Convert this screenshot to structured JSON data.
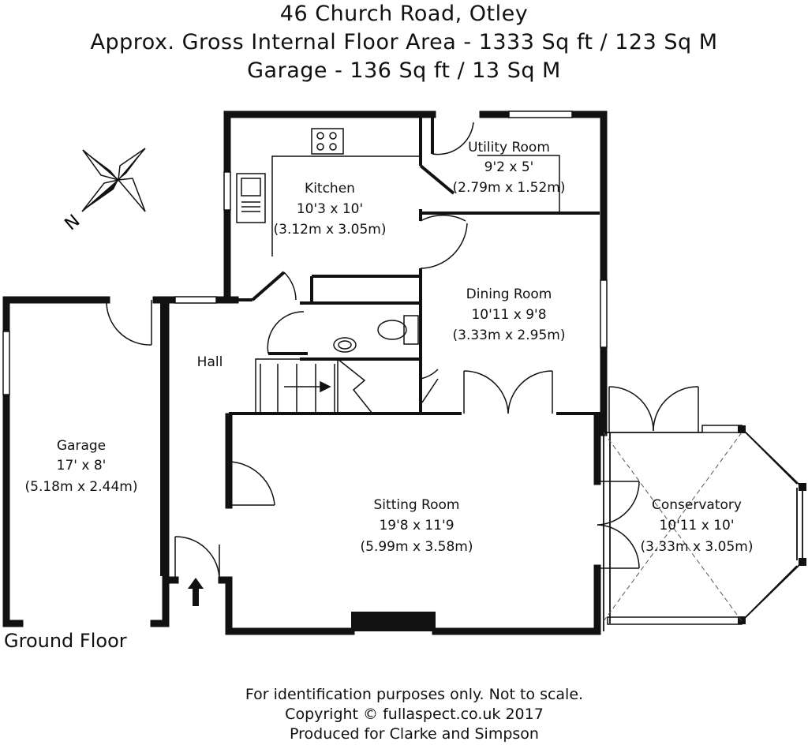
{
  "header": {
    "address": "46 Church Road, Otley",
    "area": "Approx. Gross Internal Floor Area - 1333 Sq ft / 123 Sq M",
    "garage_area": "Garage - 136 Sq ft / 13 Sq M"
  },
  "compass": {
    "north_label": "N"
  },
  "floor_label": "Ground Floor",
  "rooms": {
    "kitchen": {
      "name": "Kitchen",
      "imperial": "10'3 x 10'",
      "metric": "(3.12m x 3.05m)"
    },
    "utility": {
      "name": "Utility Room",
      "imperial": "9'2 x 5'",
      "metric": "(2.79m x 1.52m)"
    },
    "dining": {
      "name": "Dining Room",
      "imperial": "10'11 x 9'8",
      "metric": "(3.33m x 2.95m)"
    },
    "hall": {
      "name": "Hall"
    },
    "garage": {
      "name": "Garage",
      "imperial": "17' x 8'",
      "metric": "(5.18m x 2.44m)"
    },
    "sitting": {
      "name": "Sitting Room",
      "imperial": "19'8 x 11'9",
      "metric": "(5.99m x 3.58m)"
    },
    "conservatory": {
      "name": "Conservatory",
      "imperial": "10'11 x 10'",
      "metric": "(3.33m x 3.05m)"
    }
  },
  "footer": {
    "disclaimer": "For identification purposes only. Not to scale.",
    "copyright": "Copyright © fullaspect.co.uk 2017",
    "produced_for": "Produced for Clarke and Simpson"
  }
}
